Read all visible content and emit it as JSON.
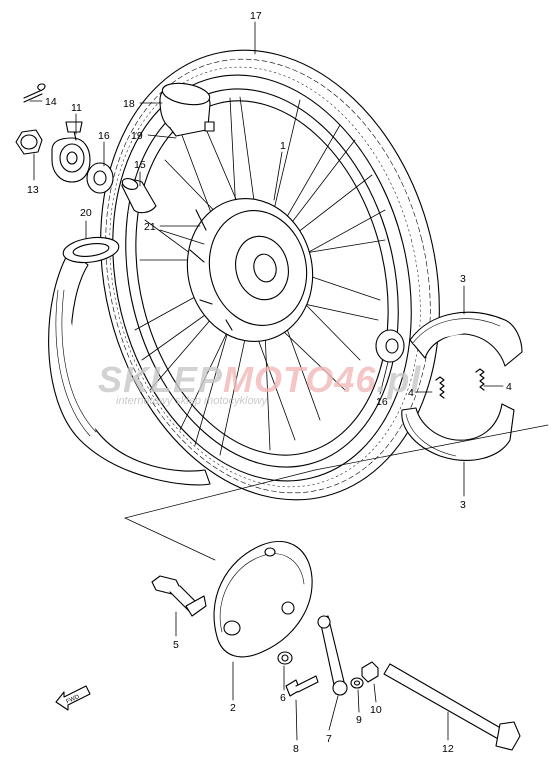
{
  "diagram": {
    "watermark": {
      "line1_a": "SKLEP",
      "line1_b": "MOTO",
      "line1_c": "46",
      "line1_d": ".pl",
      "line2": "internetowy sklep motocyklowy",
      "color_gray": "#c8c8c8",
      "color_red": "#f2b8b8"
    },
    "fwd_label": "FWD",
    "callouts": [
      {
        "id": "17",
        "label": "17"
      },
      {
        "id": "14",
        "label": "14"
      },
      {
        "id": "11",
        "label": "11"
      },
      {
        "id": "18",
        "label": "18"
      },
      {
        "id": "19",
        "label": "19"
      },
      {
        "id": "16a",
        "label": "16"
      },
      {
        "id": "13",
        "label": "13"
      },
      {
        "id": "15",
        "label": "15"
      },
      {
        "id": "1",
        "label": "1"
      },
      {
        "id": "21",
        "label": "21"
      },
      {
        "id": "20",
        "label": "20"
      },
      {
        "id": "3a",
        "label": "3"
      },
      {
        "id": "4a",
        "label": "4"
      },
      {
        "id": "4b",
        "label": "4"
      },
      {
        "id": "16b",
        "label": "16"
      },
      {
        "id": "3b",
        "label": "3"
      },
      {
        "id": "5",
        "label": "5"
      },
      {
        "id": "2",
        "label": "2"
      },
      {
        "id": "6",
        "label": "6"
      },
      {
        "id": "7",
        "label": "7"
      },
      {
        "id": "9",
        "label": "9"
      },
      {
        "id": "10",
        "label": "10"
      },
      {
        "id": "8",
        "label": "8"
      },
      {
        "id": "12",
        "label": "12"
      }
    ]
  }
}
